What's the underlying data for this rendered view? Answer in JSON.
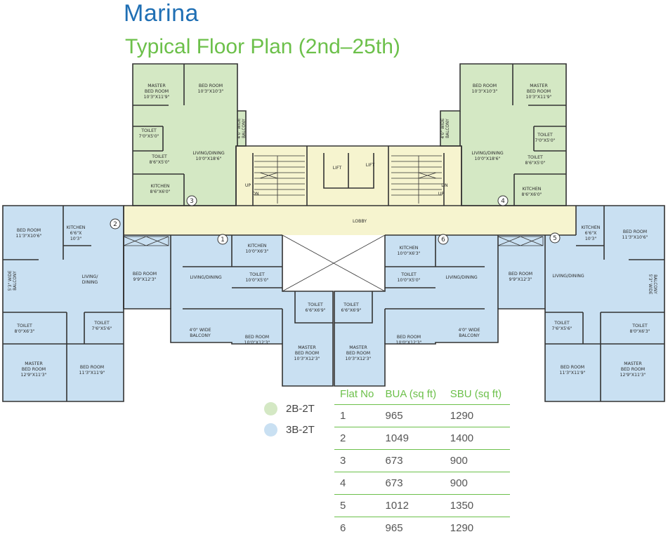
{
  "header": {
    "title": "Marina",
    "subtitle": "Typical Floor Plan (2nd–25th)"
  },
  "colors": {
    "title": "#1f6fb4",
    "accent_green": "#6cc04a",
    "unit_2b": "#d4e8c4",
    "unit_3b": "#c9e0f2",
    "core": "#f6f4cf",
    "wall": "#333333"
  },
  "plan": {
    "lobby": "LOBBY",
    "lift_1": "LIFT",
    "lift_2": "LIFT",
    "up_left": "UP",
    "dn_left": "DN",
    "up_right": "UP",
    "dn_right": "DN",
    "flat_numbers": [
      "1",
      "2",
      "3",
      "4",
      "5",
      "6"
    ],
    "flat3": {
      "master": [
        "MASTER",
        "BED ROOM",
        "10'3\"X11'9\""
      ],
      "bed": [
        "BED ROOM",
        "10'3\"X10'3\""
      ],
      "toilet1": [
        "TOILET",
        "7'0\"X5'0\""
      ],
      "toilet2": [
        "TOILET",
        "8'6\"X5'0\""
      ],
      "living": [
        "LIVING/DINING",
        "10'0\"X18'6\""
      ],
      "kitchen": [
        "KITCHEN",
        "8'6\"X6'0\""
      ],
      "balcony": [
        "4'0\" WIDE",
        "BALCONY"
      ]
    },
    "flat4": {
      "master": [
        "MASTER",
        "BED ROOM",
        "10'3\"X11'9\""
      ],
      "bed": [
        "BED ROOM",
        "10'3\"X10'3\""
      ],
      "toilet1": [
        "TOILET",
        "7'0\"X5'0\""
      ],
      "toilet2": [
        "TOILET",
        "8'6\"X5'0\""
      ],
      "living": [
        "LIVING/DINING",
        "10'0\"X18'6\""
      ],
      "kitchen": [
        "KITCHEN",
        "8'6\"X6'0\""
      ],
      "balcony": [
        "4'0\" WIDE",
        "BALCONY"
      ]
    },
    "flat2": {
      "bed": [
        "BED ROOM",
        "11'3\"X10'6\""
      ],
      "kitchen": [
        "KITCHEN",
        "6'6\"X",
        "10'3\""
      ],
      "living": [
        "LIVING/",
        "DINING"
      ],
      "balcony": [
        "5'3\" WIDE",
        "BALCONY"
      ],
      "toilet1": [
        "TOILET",
        "8'0\"X6'3\""
      ],
      "toilet2": [
        "TOILET",
        "7'6\"X5'6\""
      ],
      "master": [
        "MASTER",
        "BED ROOM",
        "12'9\"X11'3\""
      ],
      "bed2": [
        "BED ROOM",
        "11'3\"X11'9\""
      ]
    },
    "flat5": {
      "bed": [
        "BED ROOM",
        "11'3\"X10'6\""
      ],
      "kitchen": [
        "KITCHEN",
        "6'6\"X",
        "10'3\""
      ],
      "living": [
        "LIVING/DINING"
      ],
      "balcony": [
        "BALCONY",
        "5'3\" WIDE"
      ],
      "toilet1": [
        "TOILET",
        "8'0\"X6'3\""
      ],
      "toilet2": [
        "TOILET",
        "7'6\"X5'6\""
      ],
      "master": [
        "MASTER",
        "BED ROOM",
        "12'9\"X11'3\""
      ],
      "bed2": [
        "BED ROOM",
        "11'3\"X11'9\""
      ]
    },
    "flat1": {
      "kitchen": [
        "KITCHEN",
        "10'0\"X6'3\""
      ],
      "bed": [
        "BED ROOM",
        "9'9\"X12'3\""
      ],
      "living": [
        "LIVING/DINING"
      ],
      "toilet1": [
        "TOILET",
        "10'0\"X5'0\""
      ],
      "balcony": [
        "4'0\" WIDE",
        "BALCONY"
      ],
      "bed2": [
        "BED ROOM",
        "10'0\"X12'3\""
      ],
      "toilet2": [
        "TOILET",
        "6'6\"X6'9\""
      ],
      "master": [
        "MASTER",
        "BED ROOM",
        "10'3\"X12'3\""
      ]
    },
    "flat6": {
      "kitchen": [
        "KITCHEN",
        "10'0\"X6'3\""
      ],
      "bed": [
        "BED ROOM",
        "9'9\"X12'3\""
      ],
      "living": [
        "LIVING/DINING"
      ],
      "toilet1": [
        "TOILET",
        "10'0\"X5'0\""
      ],
      "balcony": [
        "4'0\" WIDE",
        "BALCONY"
      ],
      "bed2": [
        "BED ROOM",
        "10'0\"X12'3\""
      ],
      "toilet2": [
        "TOILET",
        "6'6\"X6'9\""
      ],
      "master": [
        "MASTER",
        "BED ROOM",
        "10'3\"X12'3\""
      ]
    }
  },
  "legend": [
    {
      "label": "2B-2T",
      "color": "#d4e8c4"
    },
    {
      "label": "3B-2T",
      "color": "#c9e0f2"
    }
  ],
  "table": {
    "headers": [
      "Flat No",
      "BUA (sq ft)",
      "SBU (sq ft)"
    ],
    "rows": [
      [
        "1",
        "965",
        "1290"
      ],
      [
        "2",
        "1049",
        "1400"
      ],
      [
        "3",
        "673",
        "900"
      ],
      [
        "4",
        "673",
        "900"
      ],
      [
        "5",
        "1012",
        "1350"
      ],
      [
        "6",
        "965",
        "1290"
      ]
    ]
  }
}
